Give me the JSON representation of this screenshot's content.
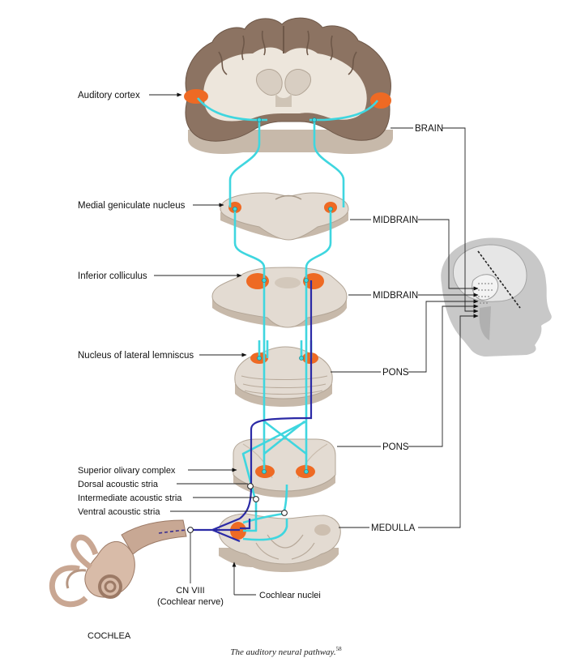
{
  "labels": {
    "auditory_cortex": "Auditory cortex",
    "medial_geniculate": "Medial geniculate nucleus",
    "inferior_colliculus": "Inferior colliculus",
    "lateral_lemniscus": "Nucleus of lateral lemniscus",
    "superior_olivary": "Superior olivary complex",
    "dorsal_stria": "Dorsal acoustic stria",
    "intermediate_stria": "Intermediate acoustic stria",
    "ventral_stria": "Ventral acoustic stria",
    "cn_viii_line1": "CN VIII",
    "cn_viii_line2": "(Cochlear nerve)",
    "cochlear_nuclei": "Cochlear nuclei",
    "cochlea": "COCHLEA"
  },
  "levels": {
    "brain": "BRAIN",
    "midbrain_1": "MIDBRAIN",
    "midbrain_2": "MIDBRAIN",
    "pons_1": "PONS",
    "pons_2": "PONS",
    "medulla": "MEDULLA"
  },
  "caption": {
    "text": "The auditory neural pathway.",
    "ref": "58"
  },
  "colors": {
    "tract": "#3fd6df",
    "tract_dark": "#2b2aa6",
    "nucleus": "#ee6a24",
    "cortex": "#8c7362",
    "tissue": "#e3dbd2"
  }
}
